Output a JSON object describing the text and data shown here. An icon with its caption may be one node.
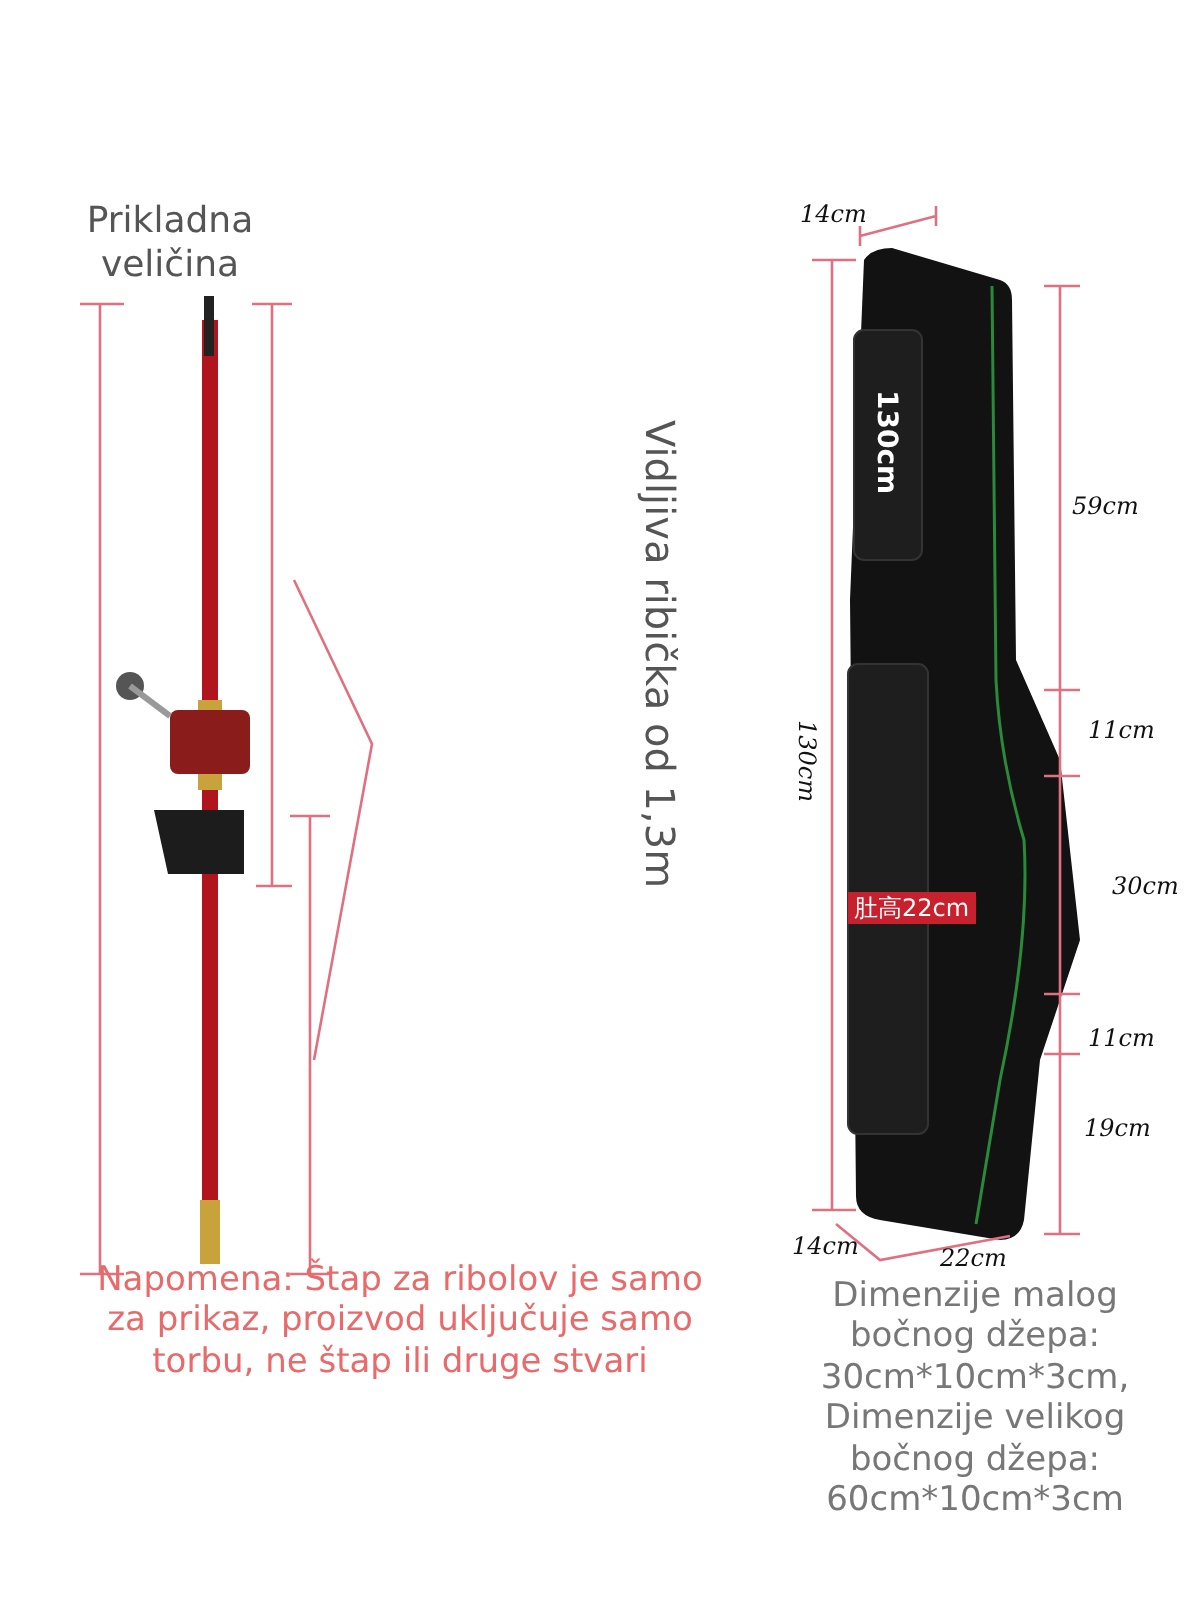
{
  "diagram": {
    "labels": [
      "Prikladna veličina",
      "14cm",
      "Vidljiva ribička od 1,3m",
      "130cm",
      "59cm",
      "130cm",
      "11cm",
      "30cm",
      "肚高22cm",
      "11cm",
      "19cm",
      "14cm",
      "22cm",
      "Napomena: Štap za ribolov je samo za prikaz, proizvod uključuje samo torbu, ne štap ili druge stvari",
      "Dimenzije malog bočnog džepa: 30cm*10cm*3cm, Dimenzije velikog bočnog džepa: 60cm*10cm*3cm"
    ]
  }
}
